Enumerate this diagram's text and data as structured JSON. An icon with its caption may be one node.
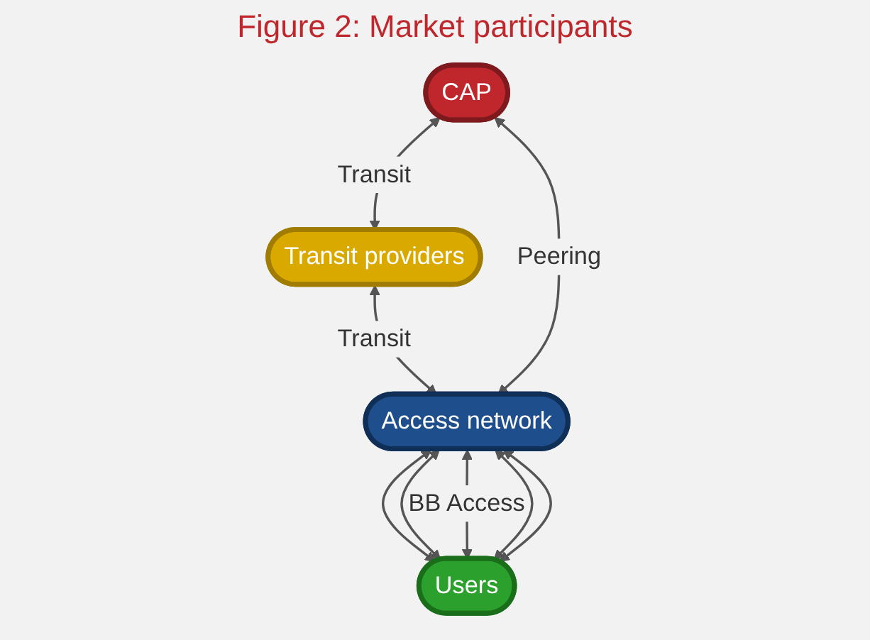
{
  "diagram": {
    "title": "Figure 2: Market participants",
    "nodes": [
      {
        "text": [
          "Transit providers"
        ]
      },
      {
        "text": [
          "CAP"
        ]
      },
      {
        "text": [
          "Access network"
        ]
      },
      {
        "text": [
          "Users"
        ]
      }
    ],
    "edges": [
      {
        "from": 1,
        "to": 0,
        "arrow": "both",
        "label": "Transit"
      },
      {
        "from": 0,
        "to": 2,
        "arrow": "both",
        "label": "Transit"
      },
      {
        "from": 1,
        "to": 2,
        "arrow": "both",
        "label": "Peering"
      },
      {
        "from": 2,
        "to": 3,
        "arrow": "both"
      },
      {
        "from": 2,
        "to": 3,
        "arrow": "both"
      },
      {
        "from": 2,
        "to": 3,
        "arrow": "both",
        "label": "BB Access"
      },
      {
        "from": 2,
        "to": 3,
        "arrow": "both"
      },
      {
        "from": 2,
        "to": 3,
        "arrow": "both"
      }
    ]
  }
}
